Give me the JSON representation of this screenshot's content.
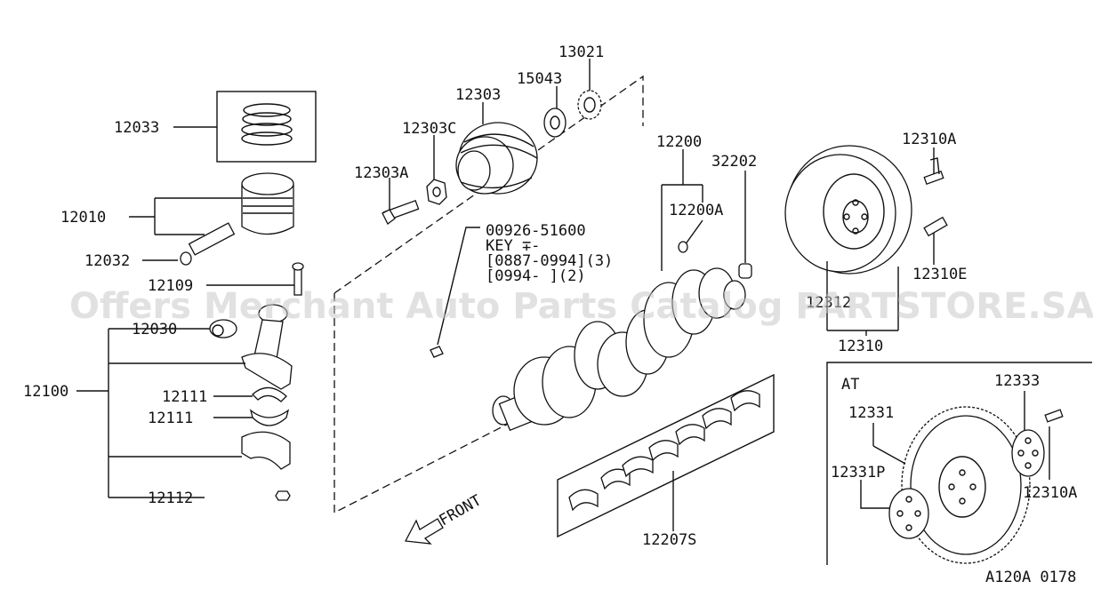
{
  "labels": {
    "p12033": "12033",
    "p12010": "12010",
    "p12032": "12032",
    "p12109": "12109",
    "p12030": "12030",
    "p12100": "12100",
    "p12111a": "12111",
    "p12111b": "12111",
    "p12112": "12112",
    "p12303": "12303",
    "p15043": "15043",
    "p13021": "13021",
    "p12303C": "12303C",
    "p12303A": "12303A",
    "p12200": "12200",
    "p12200A": "12200A",
    "p32202": "32202",
    "p12310A_top": "12310A",
    "p12310E": "12310E",
    "p12312": "12312",
    "p12310": "12310",
    "p12207S": "12207S",
    "key_line1": "00926-51600",
    "key_line2": "KEY   ∓-",
    "key_line3": "[0887-0994](3)",
    "key_line4": "[0994-      ](2)",
    "front": "FRONT",
    "at": "AT",
    "p12333": "12333",
    "p12331": "12331",
    "p12331P": "12331P",
    "p12310A_at": "12310A",
    "figure_code": "A120A 0178"
  },
  "watermark": "Offers Merchant Auto Parts Catalog PARTSTORE.SA",
  "colors": {
    "line": "#111111",
    "watermark": "#c8c8c8",
    "background": "#ffffff"
  }
}
